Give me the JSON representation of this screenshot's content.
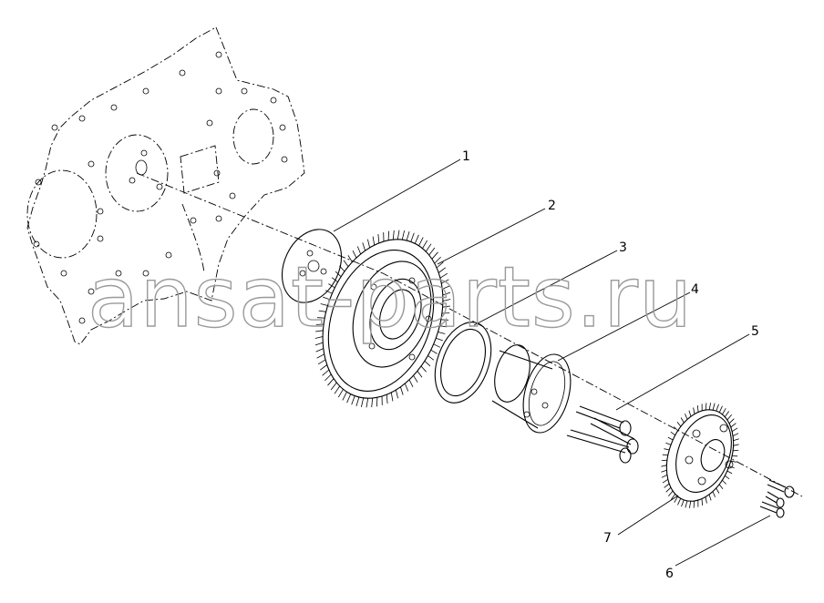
{
  "watermark": "ansat-parts.ru",
  "callouts": [
    "1",
    "2",
    "3",
    "4",
    "5",
    "7",
    "6"
  ]
}
